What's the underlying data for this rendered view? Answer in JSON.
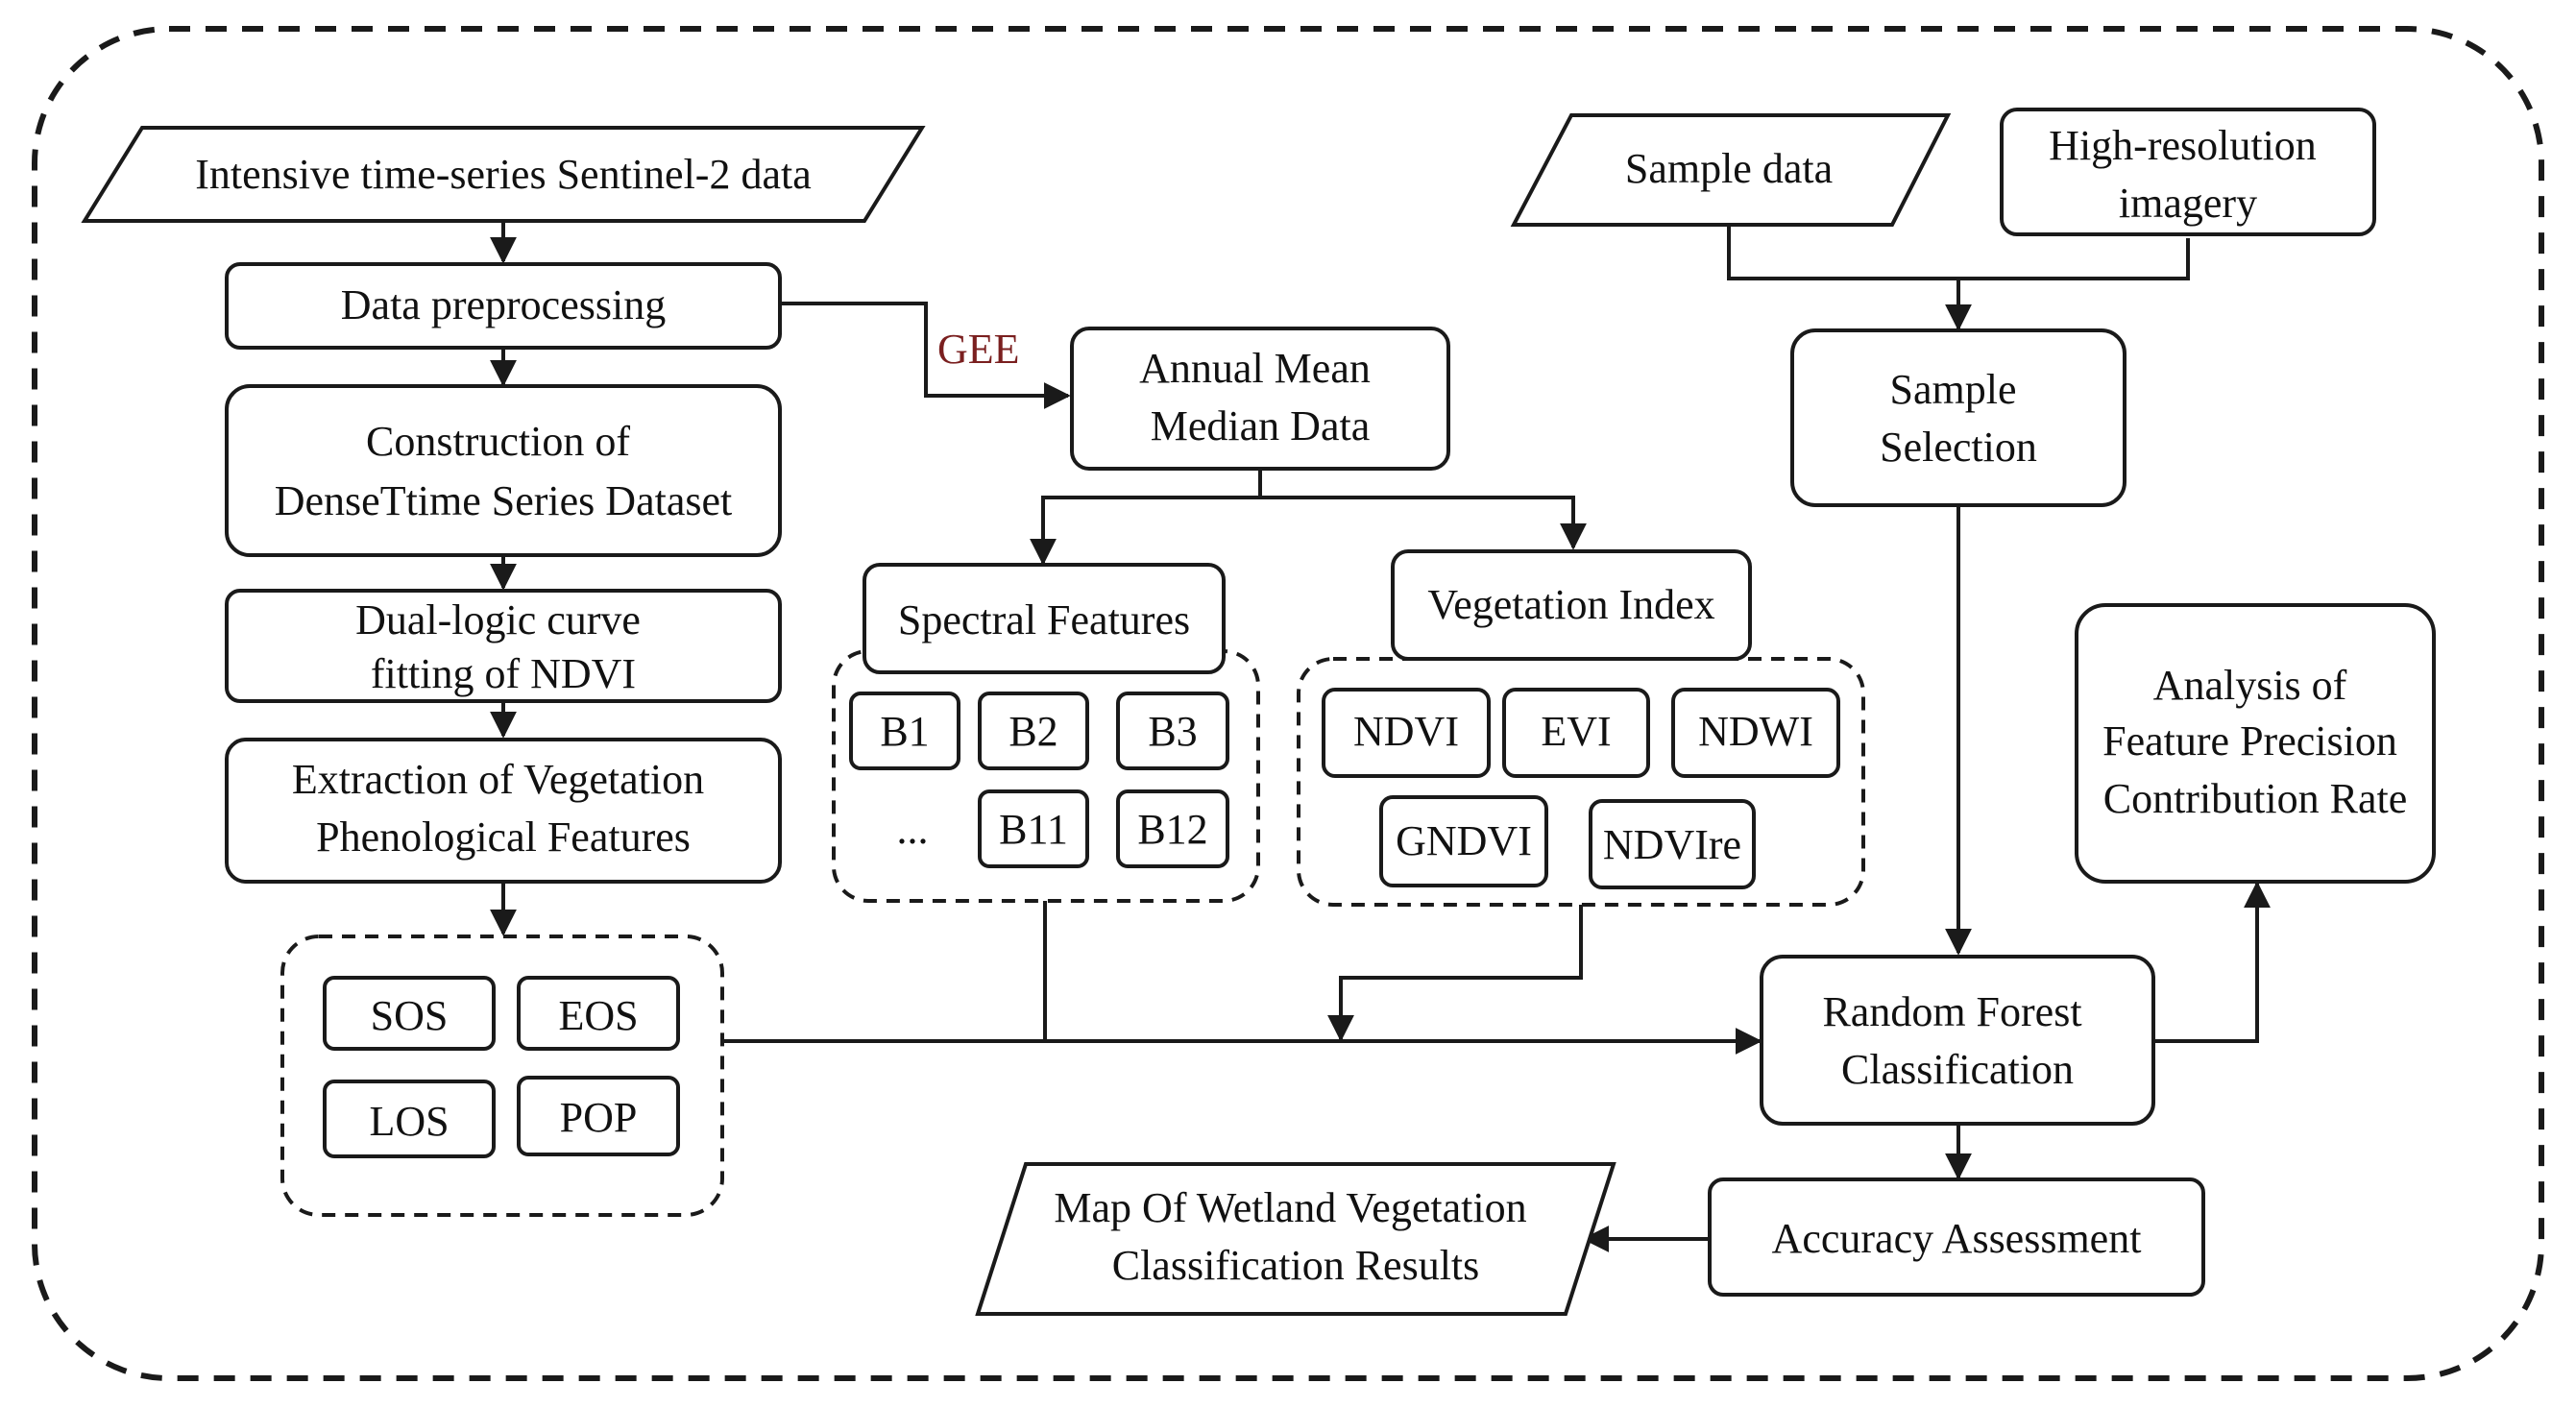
{
  "nodes": {
    "sentinel": [
      "Intensive time-series Sentinel-2 data"
    ],
    "preprocessing": [
      "Data preprocessing"
    ],
    "dense_series": [
      "Construction of",
      "DenseTtime Series Dataset"
    ],
    "curve_fitting": [
      "Dual-logic curve",
      "fitting of NDVI"
    ],
    "phenology": [
      "Extraction of Vegetation",
      "Phenological Features"
    ],
    "annual_mean": [
      "Annual Mean",
      "Median Data"
    ],
    "spectral": [
      "Spectral Features"
    ],
    "vegetation_index": [
      "Vegetation Index"
    ],
    "sample_data": [
      "Sample data"
    ],
    "high_res": [
      "High-resolution",
      "imagery"
    ],
    "sample_selection": [
      "Sample",
      "Selection"
    ],
    "analysis": [
      "Analysis of",
      "Feature Precision",
      "Contribution Rate"
    ],
    "random_forest": [
      "Random Forest",
      "Classification"
    ],
    "accuracy": [
      "Accuracy Assessment"
    ],
    "map_results": [
      "Map Of Wetland Vegetation",
      "Classification Results"
    ]
  },
  "edge_labels": {
    "gee": "GEE"
  },
  "phenology_features": [
    "SOS",
    "EOS",
    "LOS",
    "POP"
  ],
  "spectral_bands": [
    "B1",
    "B2",
    "B3",
    "...",
    "B11",
    "B12"
  ],
  "vegetation_indices": [
    "NDVI",
    "EVI",
    "NDWI",
    "GNDVI",
    "NDVIre"
  ]
}
